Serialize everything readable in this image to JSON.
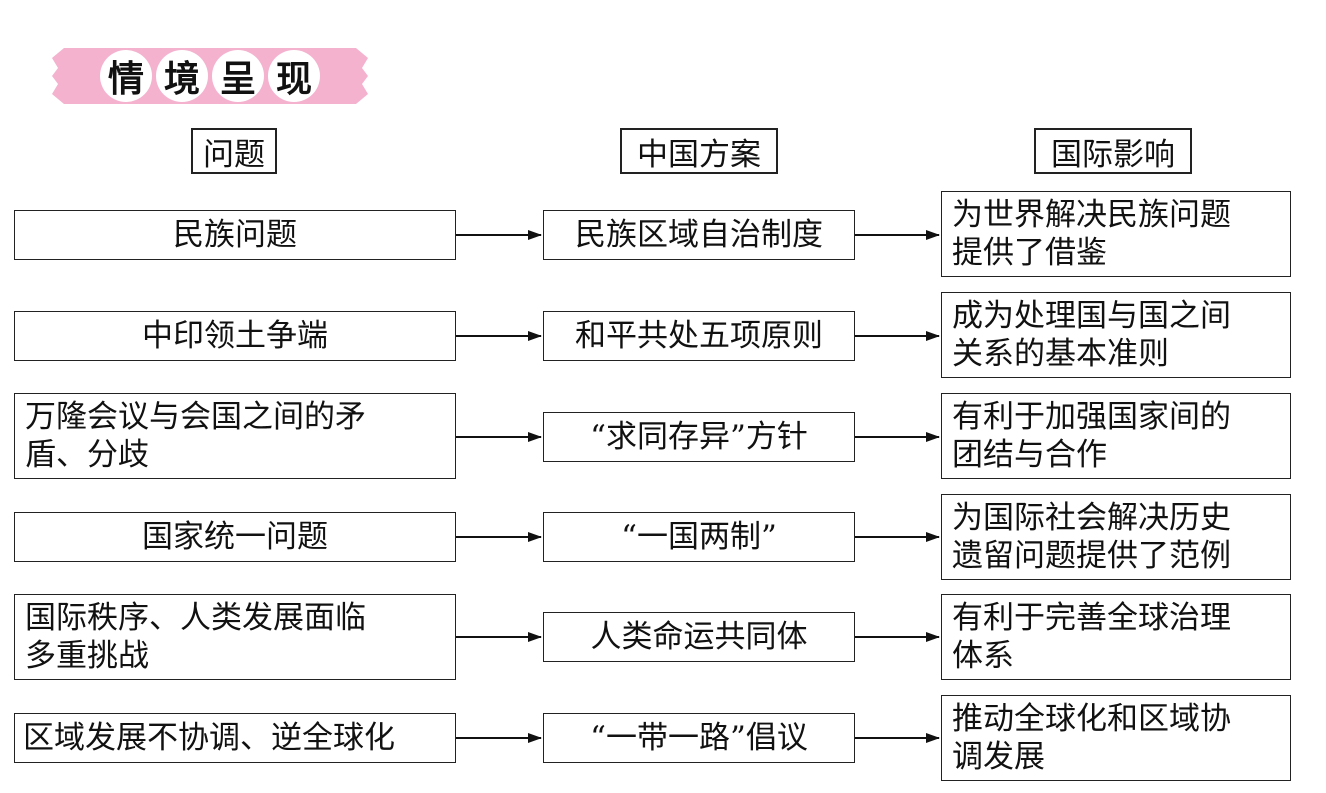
{
  "banner": {
    "chars": [
      "情",
      "境",
      "呈",
      "现"
    ],
    "color": "#f4b2cf"
  },
  "headers": {
    "problem": "问题",
    "solution": "中国方案",
    "impact": "国际影响"
  },
  "rows": [
    {
      "problem": "民族问题",
      "solution": "民族区域自治制度",
      "impact": [
        "为世界解决民族问题",
        "提供了借鉴"
      ]
    },
    {
      "problem": "中印领土争端",
      "solution": "和平共处五项原则",
      "impact": [
        "成为处理国与国之间",
        "关系的基本准则"
      ]
    },
    {
      "problem": [
        "万隆会议与会国之间的矛",
        "盾、分歧"
      ],
      "solution": "“求同存异”方针",
      "impact": [
        "有利于加强国家间的",
        "团结与合作"
      ]
    },
    {
      "problem": "国家统一问题",
      "solution": "“一国两制”",
      "impact": [
        "为国际社会解决历史",
        "遗留问题提供了范例"
      ]
    },
    {
      "problem": [
        "国际秩序、人类发展面临",
        "多重挑战"
      ],
      "solution": "人类命运共同体",
      "impact": [
        "有利于完善全球治理",
        "体系"
      ]
    },
    {
      "problem": "区域发展不协调、逆全球化",
      "solution": "“一带一路”倡议",
      "impact": [
        "推动全球化和区域协",
        "调发展"
      ]
    }
  ]
}
